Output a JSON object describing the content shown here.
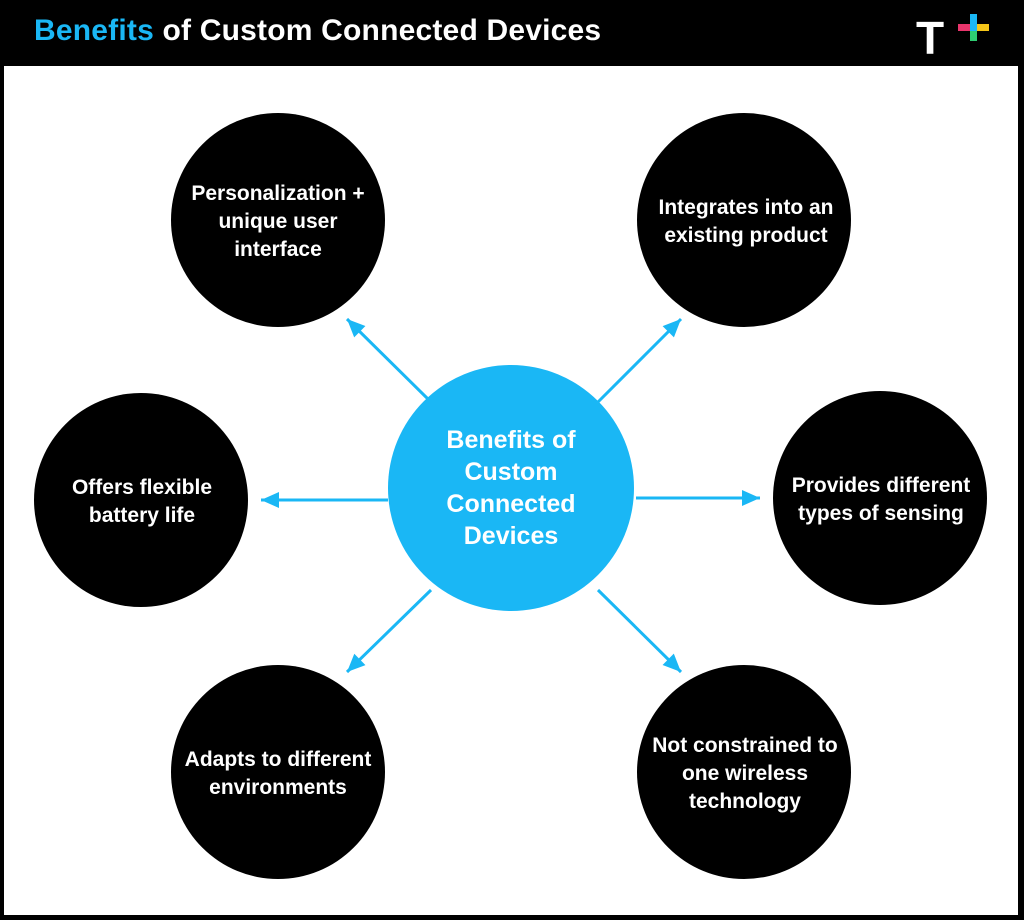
{
  "header": {
    "title_accent": "Benefits",
    "title_rest": " of Custom Connected Devices",
    "logo_letter": "T",
    "logo_plus": "+"
  },
  "colors": {
    "accent": "#1ab7f5",
    "node": "#000000",
    "background": "#ffffff",
    "logo_plus_top": "#1ab7f5",
    "logo_plus_right": "#f5c518",
    "logo_plus_bottom": "#2ecc71",
    "logo_plus_left": "#e8356c"
  },
  "hub": {
    "label": "Benefits of Custom Connected Devices"
  },
  "nodes": [
    {
      "label": "Personalization + unique user interface"
    },
    {
      "label": "Integrates into an existing product"
    },
    {
      "label": "Offers flexible battery life"
    },
    {
      "label": "Provides different types of sensing"
    },
    {
      "label": "Adapts to different environments"
    },
    {
      "label": "Not constrained to one wireless technology"
    }
  ]
}
